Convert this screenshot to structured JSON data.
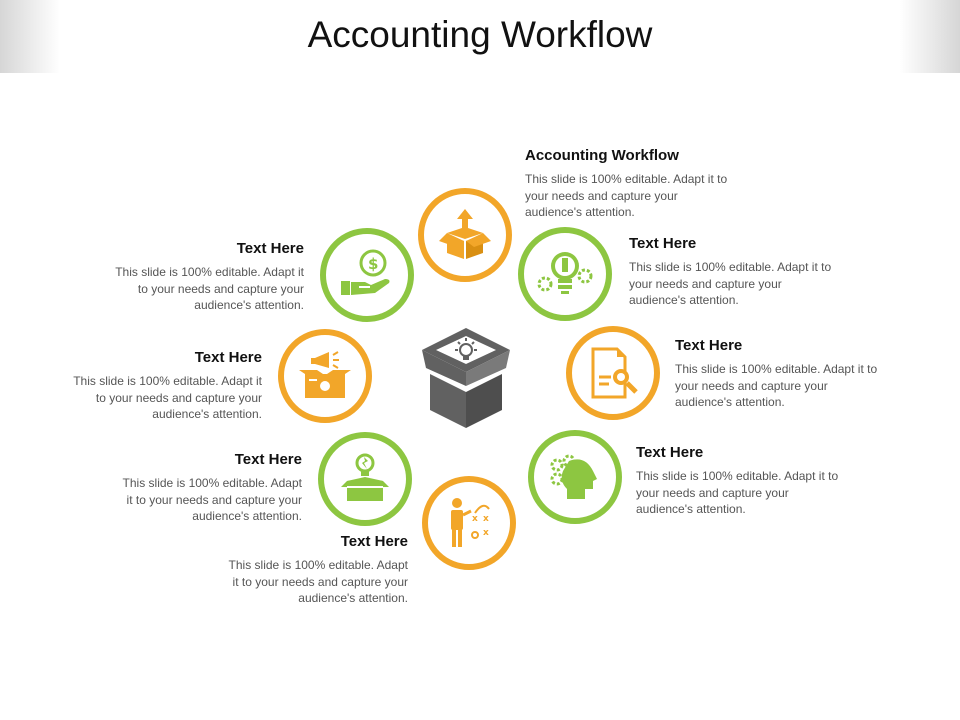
{
  "title": "Accounting Workflow",
  "colors": {
    "orange": "#f2a629",
    "green": "#8dc641",
    "gray": "#616161"
  },
  "center_icon": "open-box-with-lightbulb-icon",
  "nodes": [
    {
      "color": "orange",
      "icon": "box-with-arrow-icon"
    },
    {
      "color": "green",
      "icon": "lightbulb-gears-icon"
    },
    {
      "color": "orange",
      "icon": "document-search-icon"
    },
    {
      "color": "green",
      "icon": "head-gears-icon"
    },
    {
      "color": "orange",
      "icon": "strategy-person-icon"
    },
    {
      "color": "green",
      "icon": "box-lightbulb-icon"
    },
    {
      "color": "orange",
      "icon": "megaphone-box-icon"
    },
    {
      "color": "green",
      "icon": "hand-coin-icon"
    }
  ],
  "labels": [
    {
      "heading": "Accounting Workflow",
      "body": [
        "This slide is 100% editable. Adapt it to",
        "your needs and capture your",
        "audience's attention."
      ]
    },
    {
      "heading": "Text Here",
      "body": [
        "This slide is 100% editable. Adapt it to",
        "your needs and capture your",
        "audience's attention."
      ]
    },
    {
      "heading": "Text Here",
      "body": [
        "This slide is 100% editable. Adapt it to",
        "your needs and capture your",
        "audience's attention."
      ]
    },
    {
      "heading": "Text Here",
      "body": [
        "This slide is 100% editable. Adapt it to",
        "your needs and capture your",
        "audience's attention."
      ]
    },
    {
      "heading": "Text Here",
      "body": [
        "This slide is 100% editable. Adapt",
        "it to your needs and capture your",
        "audience's attention."
      ]
    },
    {
      "heading": "Text Here",
      "body": [
        "This slide is 100% editable. Adapt",
        "it to your needs and capture your",
        "audience's attention."
      ]
    },
    {
      "heading": "Text Here",
      "body": [
        "This slide is 100% editable. Adapt it",
        "to your needs and capture your",
        "audience's attention."
      ]
    },
    {
      "heading": "Text Here",
      "body": [
        "This slide is 100% editable. Adapt it",
        "to your needs and capture your",
        "audience's attention."
      ]
    }
  ]
}
